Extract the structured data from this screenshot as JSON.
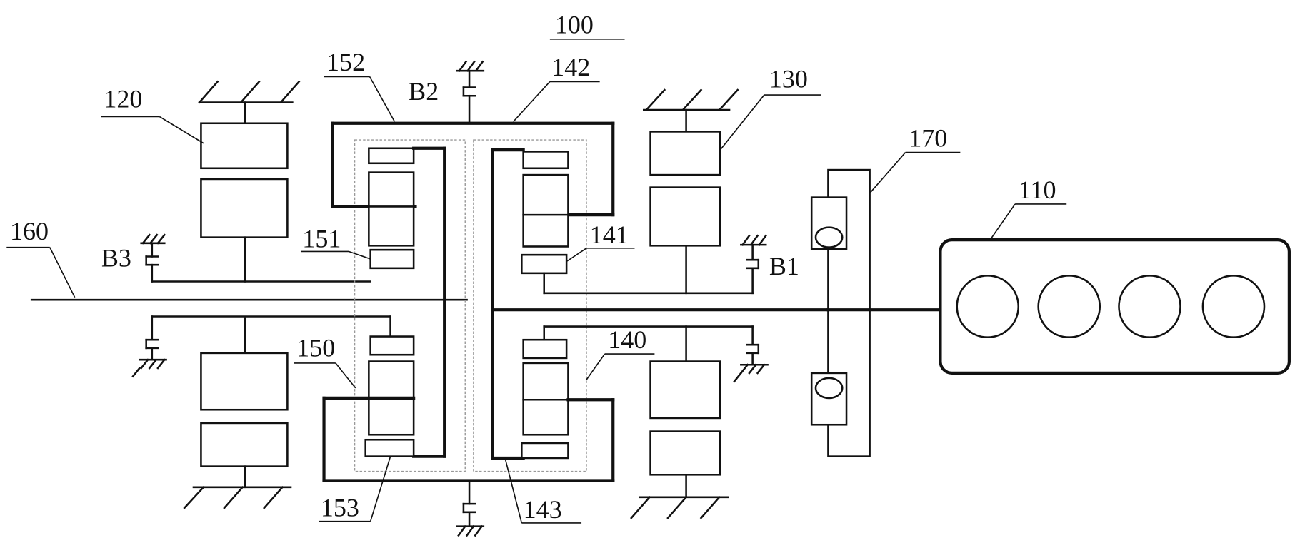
{
  "labels": {
    "system": "100",
    "engine": "110",
    "motor_left": "120",
    "motor_right": "130",
    "gearset_right": "140",
    "sun_right": "141",
    "ring_right": "142",
    "carrier_right": "143",
    "gearset_left": "150",
    "sun_left": "151",
    "ring_left": "152",
    "carrier_left": "153",
    "output_shaft": "160",
    "damper": "170",
    "brake_1": "B1",
    "brake_2": "B2",
    "brake_3": "B3"
  }
}
